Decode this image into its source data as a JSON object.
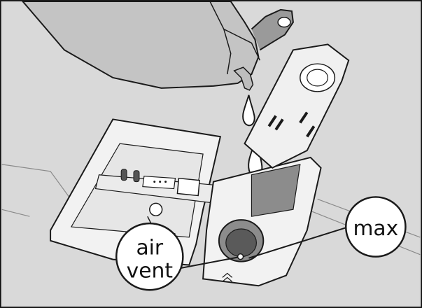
{
  "figure": {
    "description_labels": {
      "max_label": "max",
      "air_vent_label_line1": "air",
      "air_vent_label_line2": "vent"
    },
    "colors": {
      "background": "#d9d9d9",
      "dispenser_body": "#f2f2f2",
      "dark_grey": "#8c8c8c",
      "bottle": "#bfbfbf",
      "outline": "#1a1a1a"
    }
  }
}
